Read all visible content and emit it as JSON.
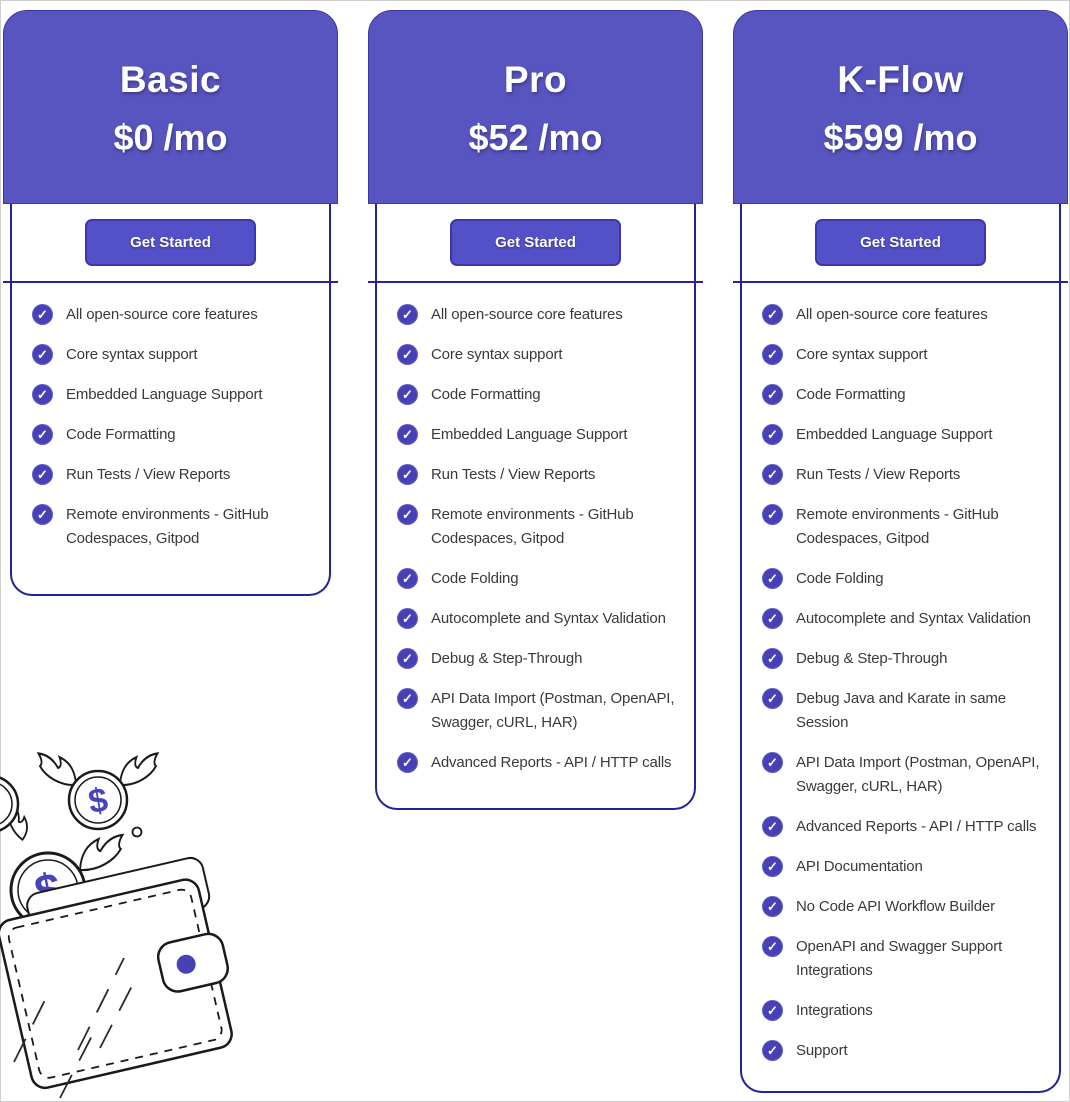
{
  "colors": {
    "accent": "#5955c0",
    "accent_button": "#5450c8",
    "outline": "#23239b",
    "check": "#4741b6",
    "feature_text": "#3a3a3a",
    "coin_symbol_color": "#4843bb"
  },
  "icons": {
    "check_glyph": "✓"
  },
  "plans": [
    {
      "id": "basic",
      "name": "Basic",
      "price": "$0 /mo",
      "cta_label": "Get Started",
      "features": [
        "All open-source core features",
        "Core syntax support",
        "Embedded Language Support",
        "Code Formatting",
        "Run Tests / View Reports",
        "Remote environments - GitHub Codespaces, Gitpod"
      ]
    },
    {
      "id": "pro",
      "name": "Pro",
      "price": "$52 /mo",
      "cta_label": "Get Started",
      "features": [
        "All open-source core features",
        "Core syntax support",
        "Code Formatting",
        "Embedded Language Support",
        "Run Tests / View Reports",
        "Remote environments - GitHub Codespaces, Gitpod",
        "Code Folding",
        "Autocomplete and Syntax Validation",
        "Debug & Step-Through",
        "API Data Import (Postman, OpenAPI, Swagger, cURL, HAR)",
        "Advanced Reports - API / HTTP calls"
      ]
    },
    {
      "id": "kflow",
      "name": "K-Flow",
      "price": "$599 /mo",
      "cta_label": "Get Started",
      "features": [
        "All open-source core features",
        "Core syntax support",
        "Code Formatting",
        "Embedded Language Support",
        "Run Tests / View Reports",
        "Remote environments - GitHub Codespaces, Gitpod",
        "Code Folding",
        "Autocomplete and Syntax Validation",
        "Debug & Step-Through",
        "Debug Java and Karate in same Session",
        "API Data Import (Postman, OpenAPI, Swagger, cURL, HAR)",
        "Advanced Reports - API / HTTP calls",
        "API Documentation",
        "No Code API Workflow Builder",
        "OpenAPI and Swagger Support Integrations",
        "Integrations",
        "Support"
      ]
    }
  ],
  "illustration": {
    "name": "wallet-with-flying-coins",
    "coin_symbol": "$"
  }
}
